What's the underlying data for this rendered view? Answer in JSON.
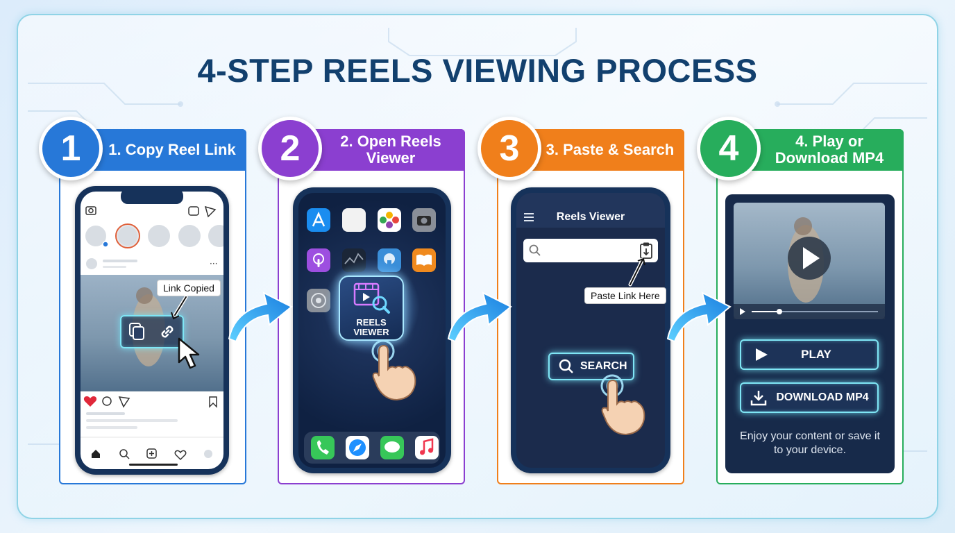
{
  "title": "4-STEP REELS VIEWING PROCESS",
  "colors": {
    "step1": "#2778d8",
    "step2": "#8b3fd0",
    "step3": "#f07f1b",
    "step4": "#27ad5c",
    "title": "#12406e",
    "phone": "#16325a"
  },
  "steps": [
    {
      "number": "1",
      "label": "1. Copy Reel Link",
      "callout": "Link Copied",
      "icons": [
        "copy-icon",
        "link-icon",
        "cursor-icon"
      ]
    },
    {
      "number": "2",
      "label": "2. Open Reels Viewer",
      "app_label_line1": "REELS",
      "app_label_line2": "VIEWER",
      "icons": [
        "app-store-icon",
        "photos-icon",
        "camera-icon",
        "podcasts-icon",
        "books-icon",
        "settings-icon",
        "phone-icon",
        "safari-icon",
        "messages-icon",
        "music-icon"
      ]
    },
    {
      "number": "3",
      "label": "3. Paste & Search",
      "app_title": "Reels Viewer",
      "callout": "Paste Link Here",
      "search_button": "SEARCH"
    },
    {
      "number": "4",
      "label": "4. Play or Download MP4",
      "play_button": "PLAY",
      "download_button": "DOWNLOAD MP4",
      "caption": "Enjoy your content or save it to your device."
    }
  ]
}
